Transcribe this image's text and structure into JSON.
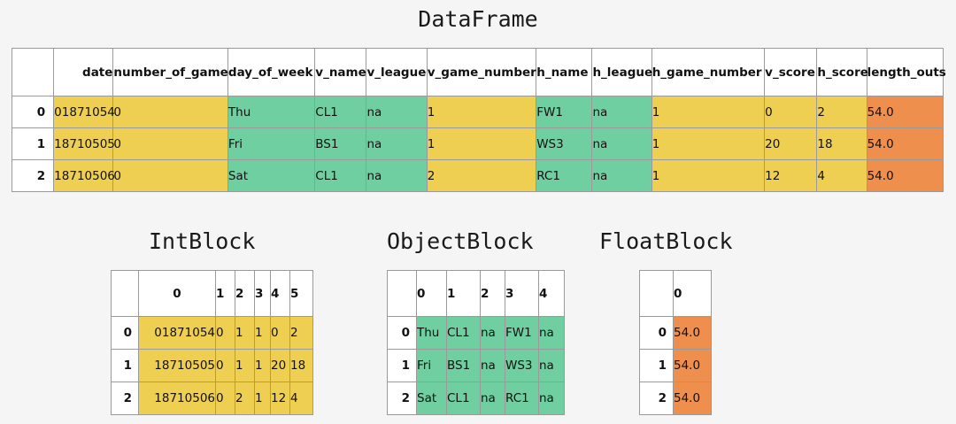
{
  "page": {
    "background_color": "#f5f5f5",
    "dataframe_title": "DataFrame"
  },
  "colors": {
    "int_yellow": "#eecf52",
    "object_green": "#6fcfa0",
    "float_orange": "#ef8f4e",
    "border": "#9a9a9a",
    "text": "#111111"
  },
  "dataframe": {
    "title": "DataFrame",
    "index_header": "",
    "columns": [
      "date",
      "number_of_game",
      "day_of_week",
      "v_name",
      "v_league",
      "v_game_number",
      "h_name",
      "h_league",
      "h_game_number",
      "v_score",
      "h_score",
      "length_outs"
    ],
    "column_types": [
      "int",
      "int",
      "object",
      "object",
      "object",
      "int",
      "object",
      "object",
      "int",
      "int",
      "int",
      "float"
    ],
    "index": [
      "0",
      "1",
      "2"
    ],
    "rows": [
      [
        "01871054",
        "0",
        "Thu",
        "CL1",
        "na",
        "1",
        "FW1",
        "na",
        "1",
        "0",
        "2",
        "54.0"
      ],
      [
        "18710505",
        "0",
        "Fri",
        "BS1",
        "na",
        "1",
        "WS3",
        "na",
        "1",
        "20",
        "18",
        "54.0"
      ],
      [
        "18710506",
        "0",
        "Sat",
        "CL1",
        "na",
        "2",
        "RC1",
        "na",
        "1",
        "12",
        "4",
        "54.0"
      ]
    ]
  },
  "int_block": {
    "title": "IntBlock",
    "index_header": "",
    "columns": [
      "0",
      "1",
      "2",
      "3",
      "4",
      "5"
    ],
    "index": [
      "0",
      "1",
      "2"
    ],
    "rows": [
      [
        "01871054",
        "0",
        "1",
        "1",
        "0",
        "2"
      ],
      [
        "18710505",
        "0",
        "1",
        "1",
        "20",
        "18"
      ],
      [
        "18710506",
        "0",
        "2",
        "1",
        "12",
        "4"
      ]
    ]
  },
  "object_block": {
    "title": "ObjectBlock",
    "index_header": "",
    "columns": [
      "0",
      "1",
      "2",
      "3",
      "4"
    ],
    "index": [
      "0",
      "1",
      "2"
    ],
    "rows": [
      [
        "Thu",
        "CL1",
        "na",
        "FW1",
        "na"
      ],
      [
        "Fri",
        "BS1",
        "na",
        "WS3",
        "na"
      ],
      [
        "Sat",
        "CL1",
        "na",
        "RC1",
        "na"
      ]
    ]
  },
  "float_block": {
    "title": "FloatBlock",
    "index_header": "",
    "columns": [
      "0"
    ],
    "index": [
      "0",
      "1",
      "2"
    ],
    "rows": [
      [
        "54.0"
      ],
      [
        "54.0"
      ],
      [
        "54.0"
      ]
    ]
  }
}
